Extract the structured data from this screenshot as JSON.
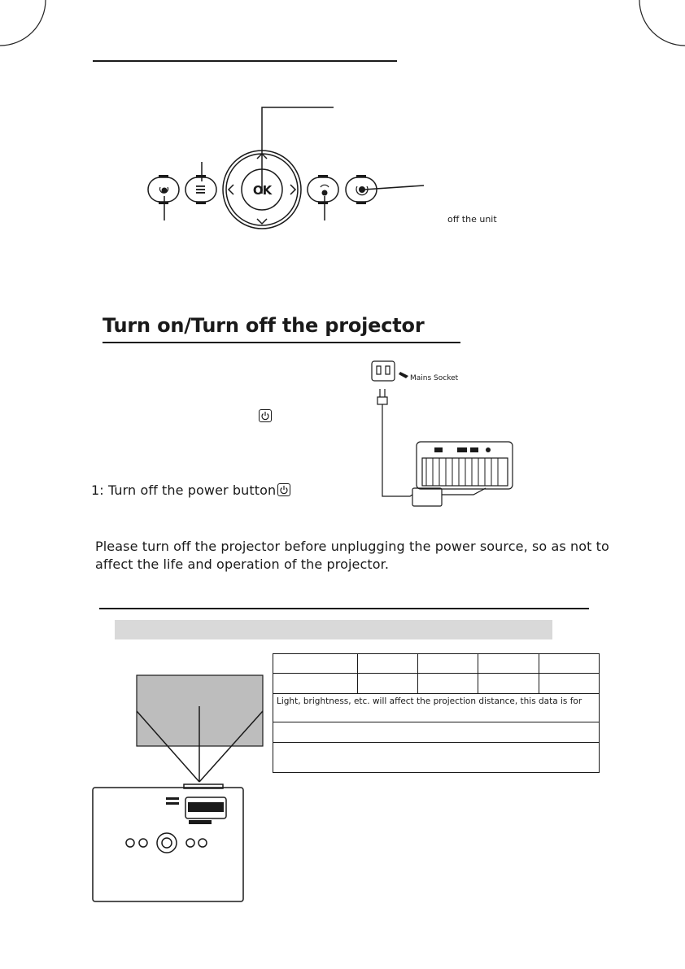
{
  "control_panel": {
    "power_note": "off the unit"
  },
  "power_section": {
    "title": "Turn on/Turn off the projector",
    "socket_label": "Mains Socket",
    "step_off": "1: Turn off the power button",
    "warning": "Please turn off the projector before unplugging the power source, so as not to affect the life and operation of the projector."
  },
  "distance_section": {
    "table": {
      "note_row": "Light, brightness, etc. will affect the projection distance, this data is for"
    }
  }
}
